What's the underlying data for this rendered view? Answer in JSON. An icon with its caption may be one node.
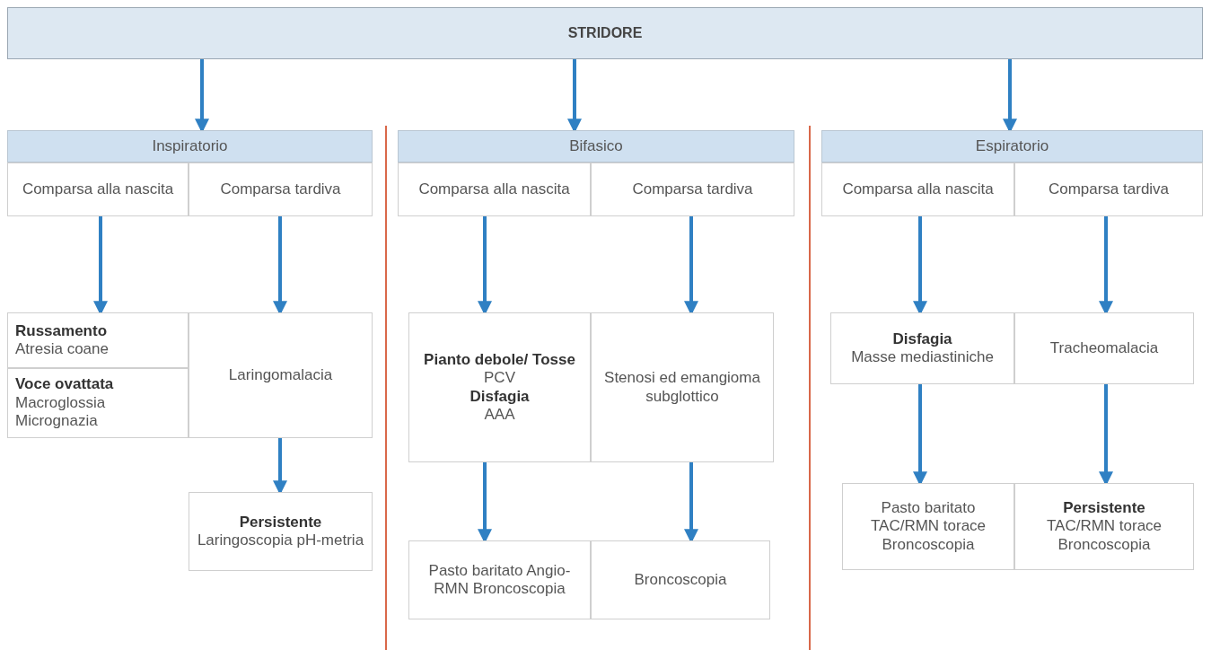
{
  "diagram": {
    "nodes": [
      {
        "text": [
          "STRIDORE"
        ]
      },
      {
        "text": [
          "Inspiratorio"
        ]
      },
      {
        "text": [
          "Comparsa alla nascita"
        ]
      },
      {
        "text": [
          "Comparsa tardiva"
        ]
      },
      {
        "text": [
          "**Russamento**",
          "Atresia coane"
        ]
      },
      {
        "text": [
          "**Voce ovattata**",
          "Macroglossia Micrognazia"
        ]
      },
      {
        "text": [
          "Laringomalacia"
        ]
      },
      {
        "text": [
          "**Persistente**",
          "Laringoscopia pH-metria"
        ]
      },
      {
        "text": [
          "Bifasico"
        ]
      },
      {
        "text": [
          "Comparsa alla nascita"
        ]
      },
      {
        "text": [
          "Comparsa tardiva"
        ]
      },
      {
        "text": [
          "**Pianto debole/ Tosse**",
          "PCV",
          "**Disfagia**",
          "AAA"
        ]
      },
      {
        "text": [
          "Stenosi ed emangioma subglottico"
        ]
      },
      {
        "text": [
          "Pasto baritato Angio-RMN Broncoscopia"
        ]
      },
      {
        "text": [
          "Broncoscopia"
        ]
      },
      {
        "text": [
          "Espiratorio"
        ]
      },
      {
        "text": [
          "Comparsa alla nascita"
        ]
      },
      {
        "text": [
          "Comparsa tardiva"
        ]
      },
      {
        "text": [
          "**Disfagia**",
          "Masse mediastiniche"
        ]
      },
      {
        "text": [
          "Tracheomalacia"
        ]
      },
      {
        "text": [
          "Pasto baritato TAC/RMN torace Broncoscopia"
        ]
      },
      {
        "text": [
          "**Persistente**",
          "TAC/RMN torace Broncoscopia"
        ]
      }
    ],
    "edges": [
      {
        "from": 0,
        "to": 1,
        "arrow": "to"
      },
      {
        "from": 0,
        "to": 8,
        "arrow": "to"
      },
      {
        "from": 0,
        "to": 15,
        "arrow": "to"
      },
      {
        "from": 2,
        "to": 4,
        "arrow": "to"
      },
      {
        "from": 3,
        "to": 6,
        "arrow": "to"
      },
      {
        "from": 6,
        "to": 7,
        "arrow": "to"
      },
      {
        "from": 9,
        "to": 11,
        "arrow": "to"
      },
      {
        "from": 10,
        "to": 12,
        "arrow": "to"
      },
      {
        "from": 11,
        "to": 13,
        "arrow": "to"
      },
      {
        "from": 12,
        "to": 14,
        "arrow": "to"
      },
      {
        "from": 16,
        "to": 18,
        "arrow": "to"
      },
      {
        "from": 17,
        "to": 19,
        "arrow": "to"
      },
      {
        "from": 18,
        "to": 20,
        "arrow": "to"
      },
      {
        "from": 19,
        "to": 21,
        "arrow": "to"
      }
    ]
  }
}
